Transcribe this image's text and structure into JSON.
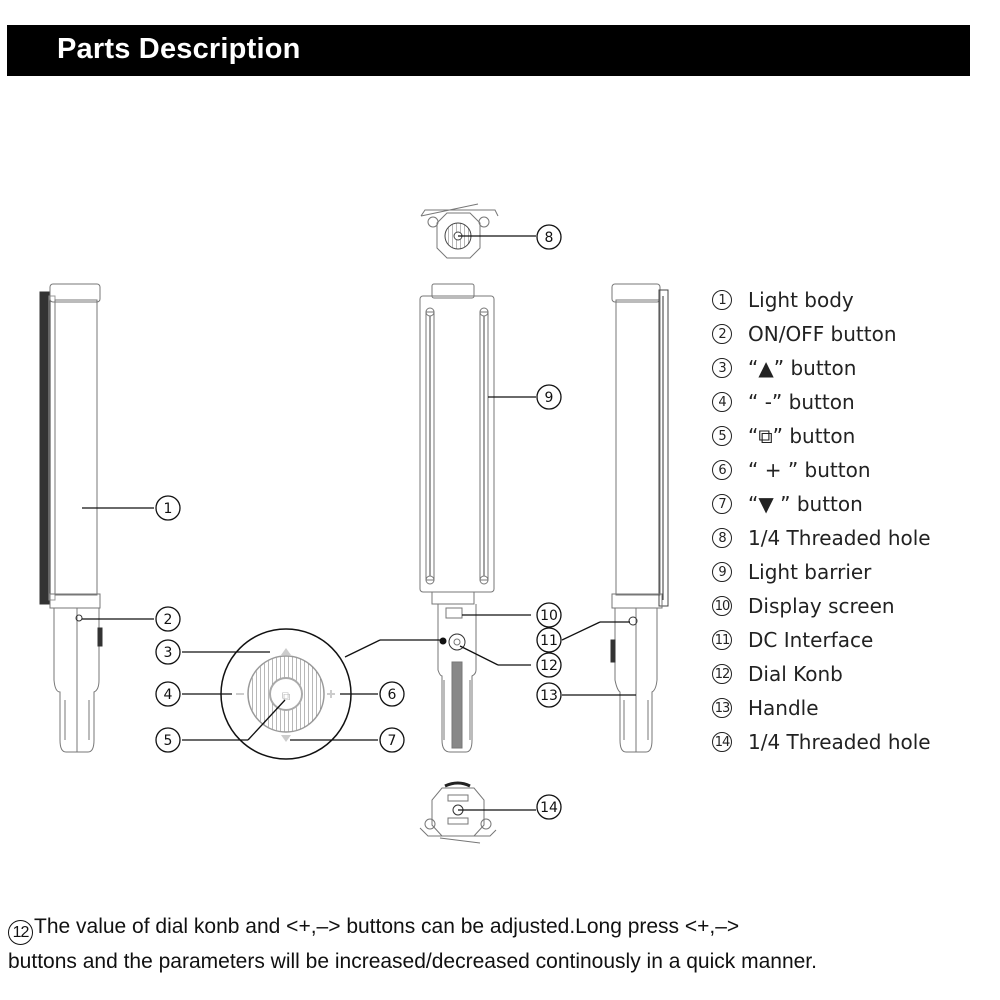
{
  "header": {
    "title": "Parts Description"
  },
  "legend": {
    "items": [
      {
        "num": "1",
        "label": "Light body"
      },
      {
        "num": "2",
        "label": "ON/OFF button"
      },
      {
        "num": "3",
        "label": "“▲” button"
      },
      {
        "num": "4",
        "label": "“ -”  button"
      },
      {
        "num": "5",
        "label": "“⧉” button"
      },
      {
        "num": "6",
        "label": "“ + ” button"
      },
      {
        "num": "7",
        "label": "“▼ ” button"
      },
      {
        "num": "8",
        "label": "1/4 Threaded hole"
      },
      {
        "num": "9",
        "label": "Light barrier"
      },
      {
        "num": "10",
        "label": "Display screen"
      },
      {
        "num": "11",
        "label": "DC Interface"
      },
      {
        "num": "12",
        "label": "Dial Konb"
      },
      {
        "num": "13",
        "label": "Handle"
      },
      {
        "num": "14",
        "label": "1/4 Threaded hole"
      }
    ]
  },
  "callouts": {
    "c1": "1",
    "c2": "2",
    "c3": "3",
    "c4": "4",
    "c5": "5",
    "c6": "6",
    "c7": "7",
    "c8": "8",
    "c9": "9",
    "c10": "10",
    "c11": "11",
    "c12": "12",
    "c13": "13",
    "c14": "14"
  },
  "note": {
    "num": "12",
    "line1": "The value of dial konb and <+,–> buttons can be adjusted.Long press <+,–>",
    "line2": "buttons and the parameters will be increased/decreased continously in a quick manner."
  }
}
